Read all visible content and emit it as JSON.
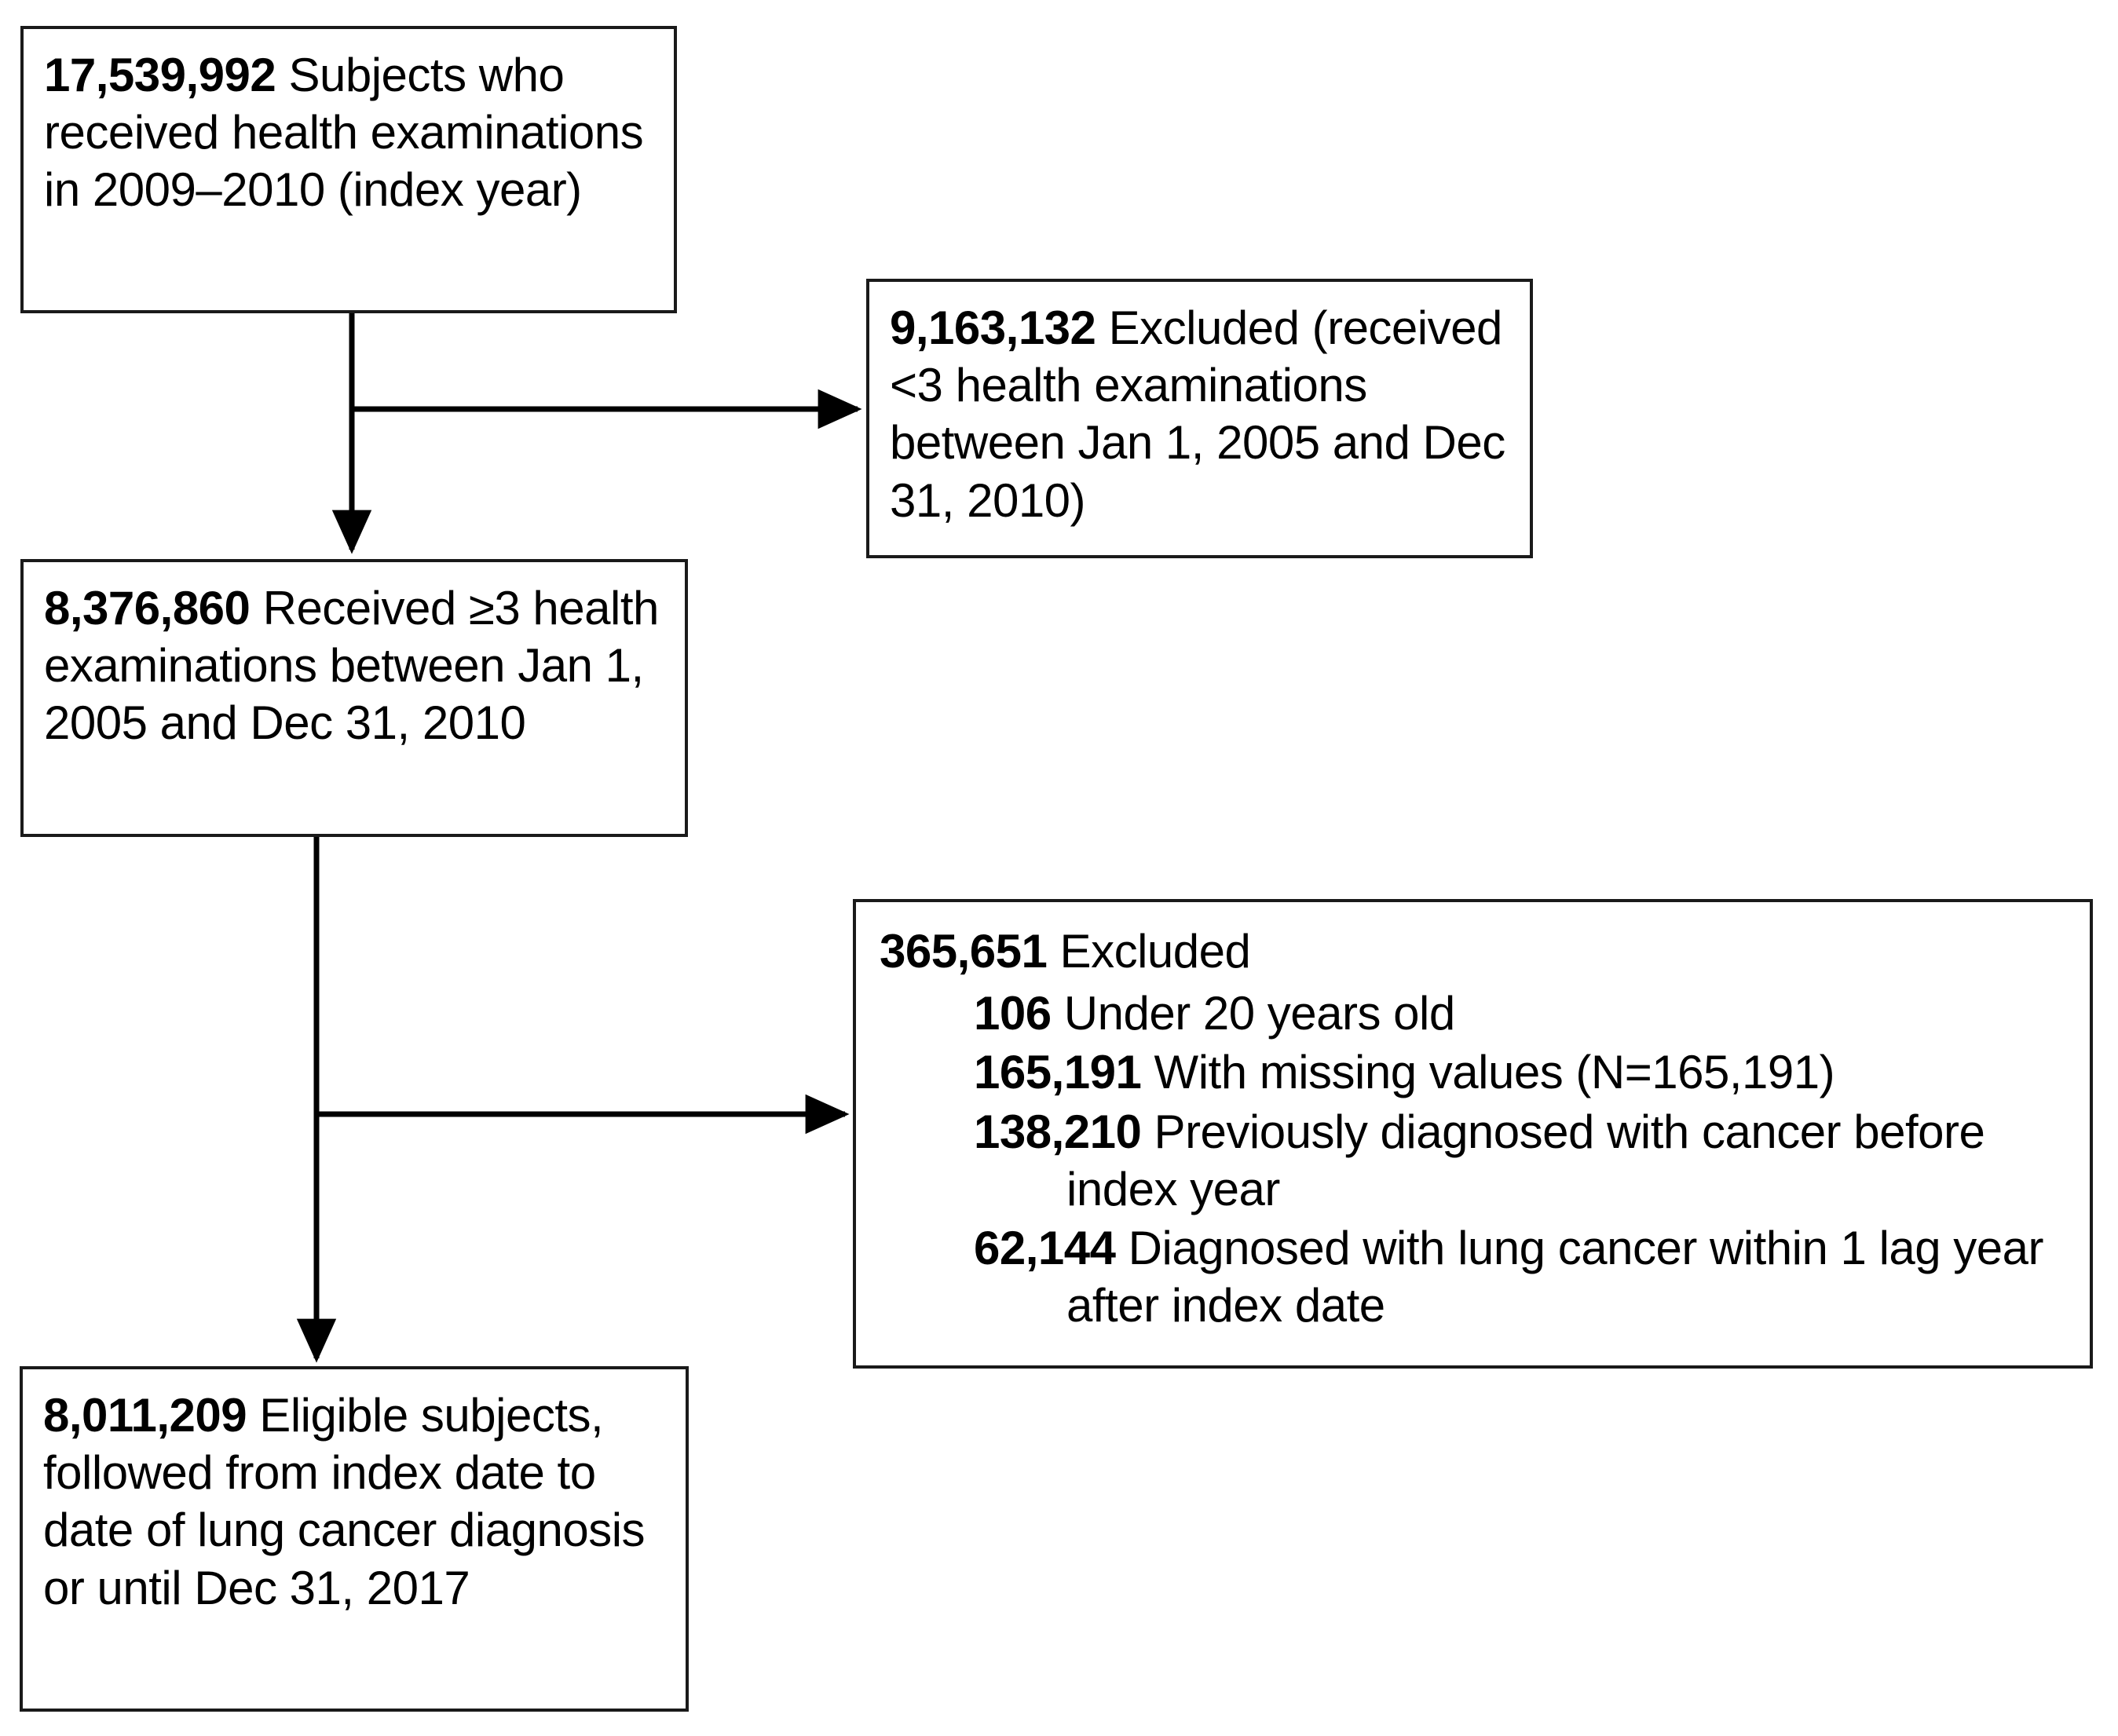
{
  "figure": {
    "type": "flowchart",
    "title": "Study population selection flow diagram",
    "orientation": "top-to-bottom with right-hand exclusion branches",
    "line_color": "#1a1a1a",
    "background_color": "#ffffff"
  },
  "nodes": {
    "source": {
      "count": "17,539,992",
      "text": " Subjects who received health examinations in 2009–2010 (index year)"
    },
    "exclusion_1": {
      "count": "9,163,132",
      "text": " Excluded (received <3 health examinations between Jan 1, 2005 and Dec 31, 2010)"
    },
    "stage_2": {
      "count": "8,376,860",
      "text": " Received ≥3 health examinations between Jan 1, 2005 and Dec 31, 2010"
    },
    "exclusion_2": {
      "count": "365,651",
      "text": " Excluded",
      "items": [
        {
          "count": "106",
          "text": " Under 20 years old"
        },
        {
          "count": "165,191",
          "text": " With missing values (N=165,191)"
        },
        {
          "count": "138,210",
          "text": " Previously diagnosed with cancer before index year"
        },
        {
          "count": "62,144",
          "text": " Diagnosed with lung cancer within 1 lag year after index date"
        }
      ]
    },
    "eligible": {
      "count": "8,011,209",
      "text": " Eligible subjects, followed from index date to date of lung cancer diagnosis or until Dec 31, 2017"
    }
  },
  "connectors": [
    {
      "name": "source-to-stage2",
      "kind": "arrow-down"
    },
    {
      "name": "source-to-exclusion1",
      "kind": "arrow-right"
    },
    {
      "name": "stage2-to-eligible",
      "kind": "arrow-down"
    },
    {
      "name": "stage2-to-exclusion2",
      "kind": "arrow-right"
    }
  ]
}
